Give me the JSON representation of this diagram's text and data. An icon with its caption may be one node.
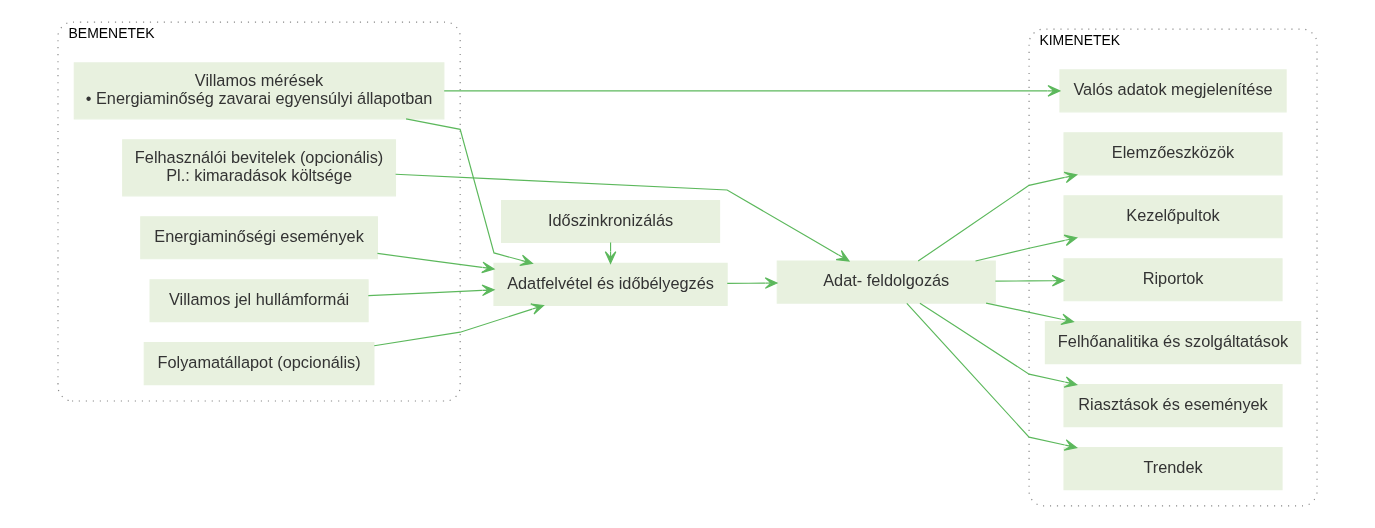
{
  "diagram": {
    "nodes": [
      {
        "text": [
          "BEMENETEK"
        ]
      },
      {
        "text": [
          "Villamos mérések",
          "• Energiaminőség zavarai egyensúlyi állapotban"
        ],
        "in": 0
      },
      {
        "text": [
          "Energiaminőségi események"
        ],
        "in": 0
      },
      {
        "text": [
          "Villamos jel hullámformái"
        ],
        "in": 0
      },
      {
        "text": [
          "Folyamatállapot (opcionális)"
        ],
        "in": 0
      },
      {
        "text": [
          "Felhasználói bevitelek (opcionális)",
          "Pl.: kimaradások költsége"
        ],
        "in": 0
      },
      {
        "text": [
          "Adatfelvétel és időbélyegzés"
        ]
      },
      {
        "text": [
          "Időszinkronizálás"
        ]
      },
      {
        "text": [
          "Adat- feldolgozás"
        ]
      },
      {
        "text": [
          "KIMENETEK"
        ]
      },
      {
        "text": [
          "Valós adatok megjelenítése"
        ],
        "in": 9
      },
      {
        "text": [
          "Riasztások és események"
        ],
        "in": 9
      },
      {
        "text": [
          "Trendek"
        ],
        "in": 9
      },
      {
        "text": [
          "Elemzőeszközök"
        ],
        "in": 9
      },
      {
        "text": [
          "Kezelőpultok"
        ],
        "in": 9
      },
      {
        "text": [
          "Riportok"
        ],
        "in": 9
      },
      {
        "text": [
          "Felhőanalitika és szolgáltatások"
        ],
        "in": 9
      }
    ],
    "edges": [
      {
        "from": 1,
        "to": 10,
        "arrow": "to"
      },
      {
        "from": 1,
        "to": 6,
        "arrow": "to"
      },
      {
        "from": 2,
        "to": 6,
        "arrow": "to"
      },
      {
        "from": 3,
        "to": 6,
        "arrow": "to"
      },
      {
        "from": 4,
        "to": 6,
        "arrow": "to"
      },
      {
        "from": 7,
        "to": 6,
        "arrow": "to"
      },
      {
        "from": 6,
        "to": 8,
        "arrow": "to"
      },
      {
        "from": 5,
        "to": 8,
        "arrow": "to"
      },
      {
        "from": 8,
        "to": 11,
        "arrow": "to"
      },
      {
        "from": 8,
        "to": 12,
        "arrow": "to"
      },
      {
        "from": 8,
        "to": 13,
        "arrow": "to"
      },
      {
        "from": 8,
        "to": 14,
        "arrow": "to"
      },
      {
        "from": 8,
        "to": 15,
        "arrow": "to"
      },
      {
        "from": 8,
        "to": 16,
        "arrow": "to"
      }
    ]
  }
}
